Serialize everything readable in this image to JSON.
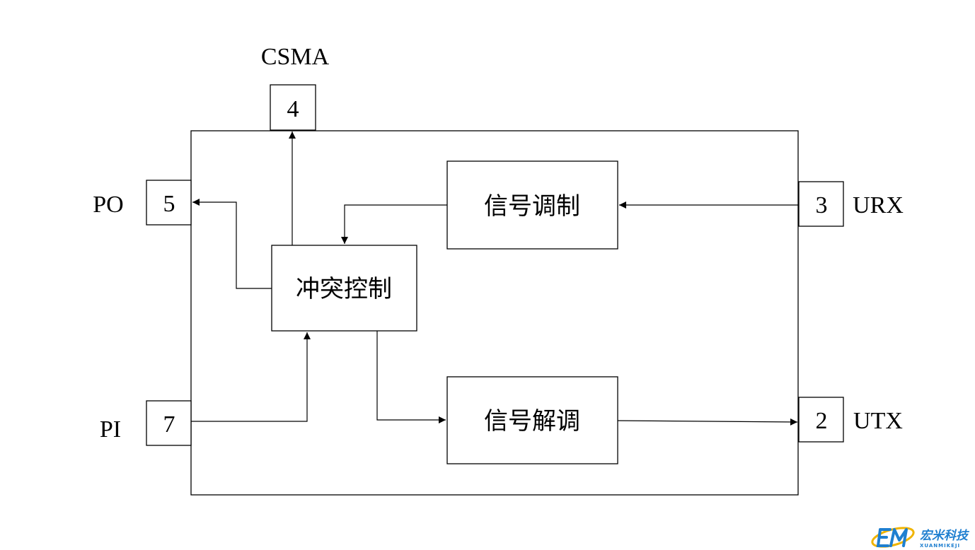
{
  "pins": {
    "csma": {
      "number": "4",
      "label": "CSMA"
    },
    "po": {
      "number": "5",
      "label": "PO"
    },
    "pi": {
      "number": "7",
      "label": "PI"
    },
    "urx": {
      "number": "3",
      "label": "URX"
    },
    "utx": {
      "number": "2",
      "label": "UTX"
    }
  },
  "blocks": {
    "collision_control": "冲突控制",
    "modulation": "信号调制",
    "demodulation": "信号解调"
  },
  "watermark": {
    "brand_cn": "宏米科技",
    "brand_en": "XUANMIKEJI",
    "color": "#1f7fd0",
    "accent_color": "#f0b400"
  }
}
